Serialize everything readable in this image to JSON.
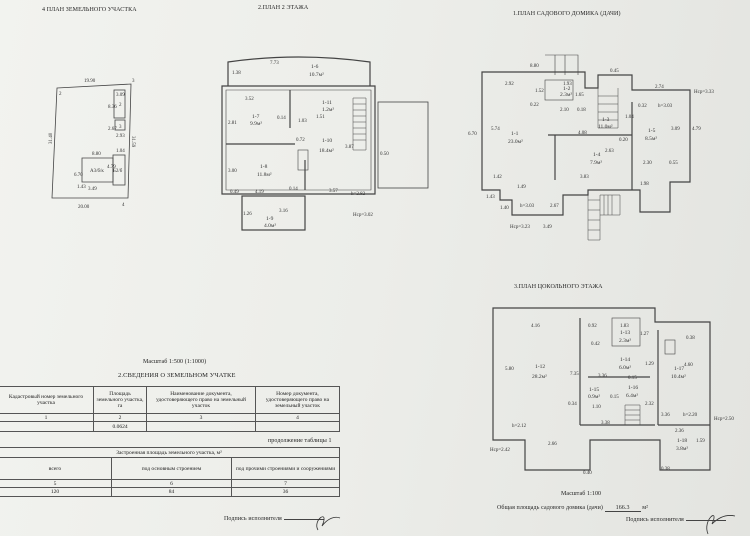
{
  "titles": {
    "plan4": "4 ПЛАН ЗЕМЕЛЬНОГО УЧАСТКА",
    "plan2": "2.ПЛАН 2 ЭТАЖА",
    "plan1": "1.ПЛАН САДОВОГО ДОМИКА (ДАЧИ)",
    "plan3": "3.ПЛАН ЦОКОЛЬНОГО ЭТАЖА"
  },
  "site_plan": {
    "top": "19.90",
    "left": "31.40",
    "right": "31.59",
    "bottom": "20.00",
    "points": [
      "2",
      "3",
      "4"
    ],
    "labels": [
      "3.09",
      "2",
      "8.36",
      "3",
      "2.67",
      "2.93",
      "8.80",
      "1.04",
      "А3/б/к",
      "Б2/б",
      "4.79",
      "6.70",
      "1.43",
      "3.49"
    ]
  },
  "plan2": {
    "rooms": [
      {
        "id": "1-6",
        "area": "10.7м²"
      },
      {
        "id": "1-7",
        "area": "9.9м²"
      },
      {
        "id": "1-11",
        "area": "1.2м²"
      },
      {
        "id": "1-10",
        "area": "18.4м²"
      },
      {
        "id": "1-8",
        "area": "11.8м²"
      },
      {
        "id": "1-9",
        "area": "4.0м²"
      }
    ],
    "dims": [
      "7.73",
      "1.38",
      "3.52",
      "2.81",
      "0.14",
      "1.03",
      "0.72",
      "3.87",
      "0.50",
      "3.00",
      "0.49",
      "4.19",
      "0.14",
      "3.57",
      "h=2.82",
      "3.16",
      "1.26",
      "Нср=3.02",
      "1.51"
    ]
  },
  "plan1": {
    "rooms": [
      {
        "id": "1-1",
        "area": "23.0м²"
      },
      {
        "id": "1-2",
        "area": "2.3м²"
      },
      {
        "id": "1-3",
        "area": "11.0м²"
      },
      {
        "id": "1-4",
        "area": "7.9м²"
      },
      {
        "id": "1-5",
        "area": "8.5м²"
      }
    ],
    "dims": [
      "8.80",
      "2.92",
      "1.52",
      "1.93",
      "1.65",
      "0.22",
      "2.10",
      "0.18",
      "0.45",
      "2.74",
      "Нср=3.33",
      "0.32",
      "h=3.03",
      "1.04",
      "5.74",
      "4.08",
      "0.20",
      "3.09",
      "4.79",
      "2.63",
      "2.30",
      "0.55",
      "6.70",
      "1.42",
      "3.83",
      "1.49",
      "1.43",
      "1.40",
      "h=3.03",
      "2.67",
      "Нср=3.23",
      "3.49",
      "1.98"
    ]
  },
  "plan3": {
    "rooms": [
      {
        "id": "1-12",
        "area": "28.2м²"
      },
      {
        "id": "1-13",
        "area": "2.3м²"
      },
      {
        "id": "1-14",
        "area": "6.0м²"
      },
      {
        "id": "1-15",
        "area": "0.9м²"
      },
      {
        "id": "1-16",
        "area": "6.4м²"
      },
      {
        "id": "1-17",
        "area": "10.4м²"
      },
      {
        "id": "1-18",
        "area": "3.8м²"
      }
    ],
    "dims": [
      "4.16",
      "0.92",
      "1.83",
      "1.27",
      "0.38",
      "0.42",
      "5.80",
      "7.35",
      "3.36",
      "0.15",
      "1.29",
      "4.60",
      "0.34",
      "1.10",
      "0.15",
      "2.32",
      "3.38",
      "3.36",
      "h=2.20",
      "Нср=2.50",
      "h=2.12",
      "2.36",
      "1.59",
      "Нср=2.42",
      "2.66",
      "0.40",
      "0.38"
    ]
  },
  "scale1": "Масштаб 1:500 (1:1000)",
  "scale2": "Масштаб 1:100",
  "section2_title": "2.СВЕДЕНИЯ О ЗЕМЕЛЬНОМ УЧАТКЕ",
  "table1": {
    "headers": [
      "Кадастровый номер земельного участка",
      "Площадь земельного участка, га",
      "Наименование документа, удостоверяющего право на земельный участок",
      "Номер документа, удостоверяющего право на земельный участок"
    ],
    "numbers": [
      "1",
      "2",
      "3",
      "4"
    ],
    "row": [
      "",
      "0.0624",
      "",
      ""
    ]
  },
  "table_continuation": "продолжение таблицы 1",
  "table2": {
    "title": "Застроенная площадь земельного участка, м²",
    "headers": [
      "всего",
      "под основным строением",
      "под прочими строениями и сооружениями"
    ],
    "numbers": [
      "5",
      "6",
      "7"
    ],
    "row": [
      "120",
      "84",
      "36"
    ]
  },
  "signature_label": "Подпись исполнителя",
  "total_area": {
    "label": "Общая площадь садового домика (дачи)",
    "value": "166.3",
    "unit": "м²"
  }
}
